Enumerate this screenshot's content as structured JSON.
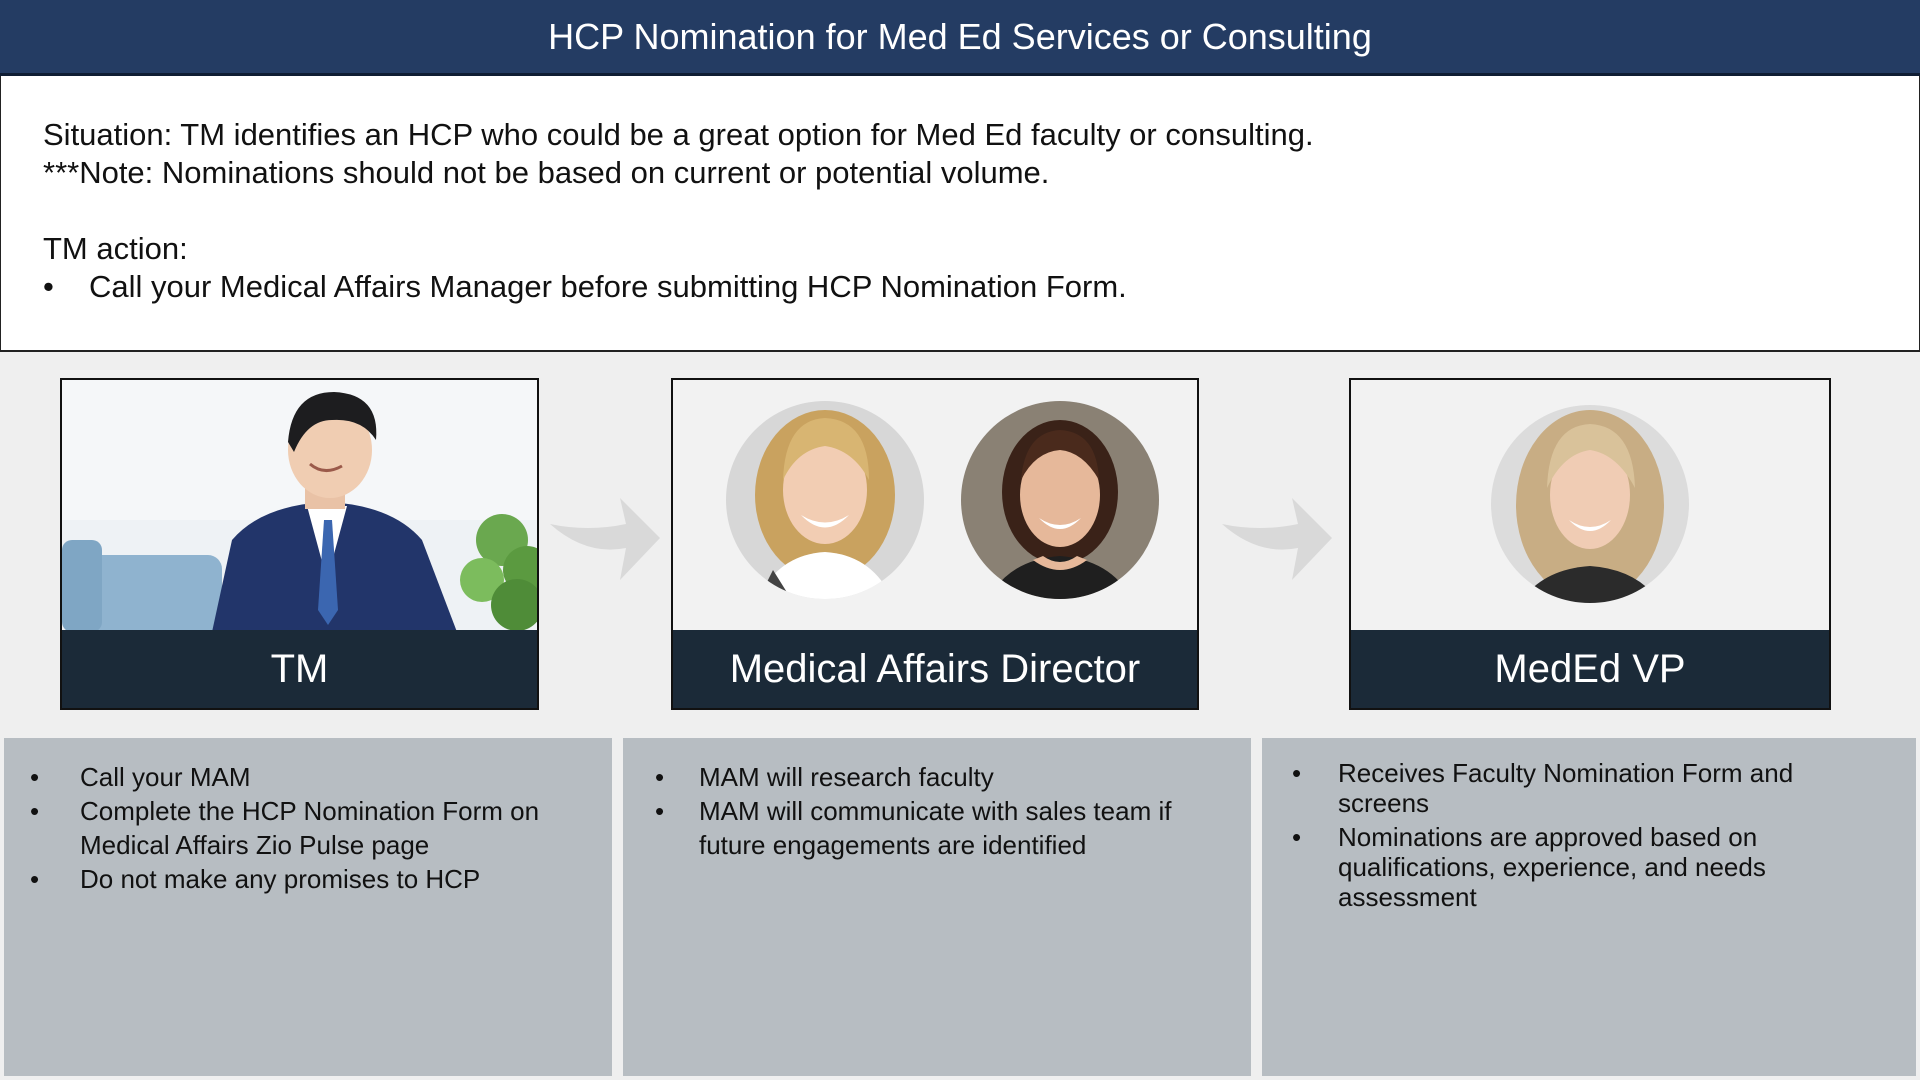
{
  "header": {
    "title": "HCP Nomination for Med Ed Services or Consulting"
  },
  "situation": {
    "line1": "Situation: TM identifies an HCP who could be a great option for Med Ed faculty or consulting.",
    "line2": "***Note: Nominations should not be based on current or potential volume.",
    "action_label": "TM action:",
    "action_bullet": "Call your Medical Affairs Manager before submitting HCP Nomination Form."
  },
  "flow": {
    "cards": [
      {
        "label": "TM"
      },
      {
        "label": "Medical Affairs Director"
      },
      {
        "label": "MedEd VP"
      }
    ]
  },
  "panels": [
    {
      "items": [
        "Call your MAM",
        "Complete the HCP Nomination Form on Medical Affairs Zio Pulse page",
        "Do not make any promises to HCP"
      ]
    },
    {
      "items": [
        "MAM will research faculty",
        "MAM will communicate with sales team if future engagements are identified"
      ]
    },
    {
      "items": [
        "Receives Faculty Nomination Form and screens",
        "Nominations are approved based on qualifications, experience, and needs assessment"
      ]
    }
  ],
  "icons": {
    "flow_arrow": "chevron-right-arrow-icon",
    "bullet": "•"
  },
  "colors": {
    "header": "#243c63",
    "label_bar": "#1b2a38",
    "panel": "#b7bdc2"
  }
}
